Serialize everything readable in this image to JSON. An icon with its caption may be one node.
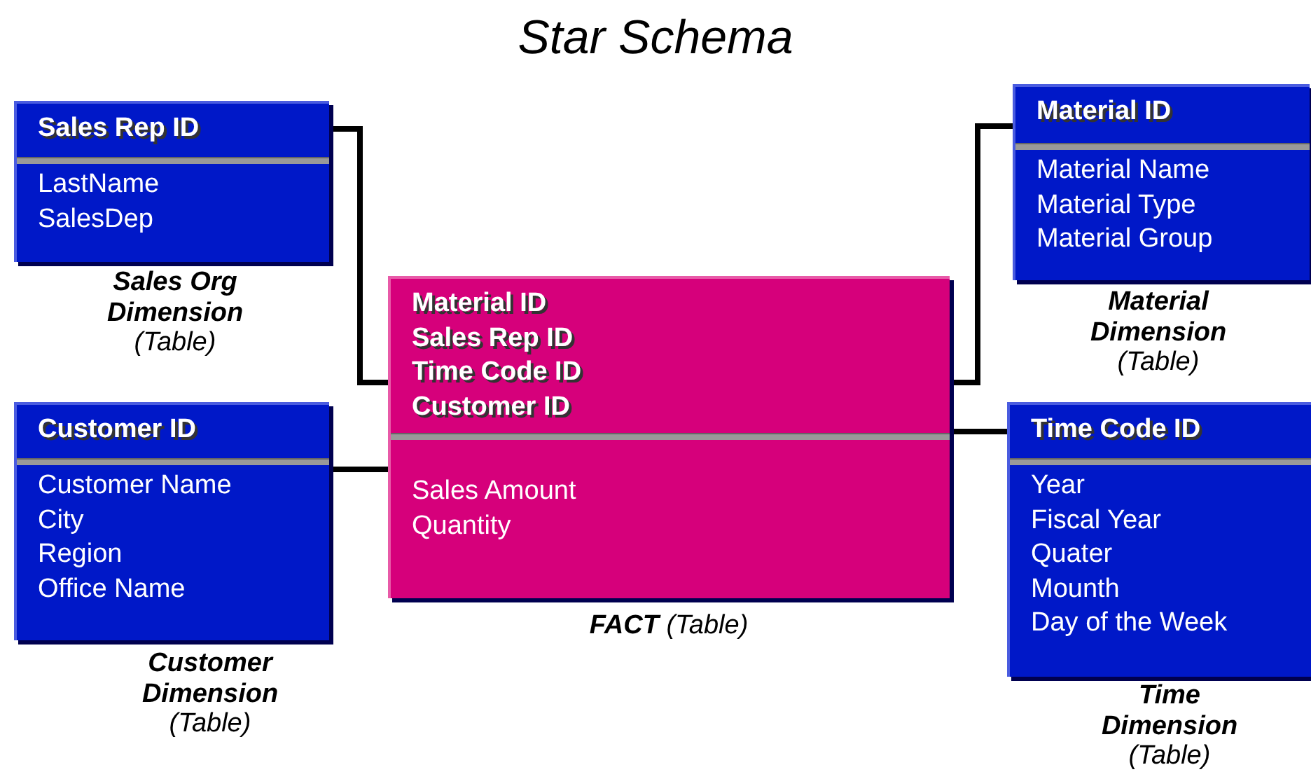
{
  "diagram": {
    "title": "Star Schema",
    "nodes": [
      {
        "text": [
          "Sales Rep ID",
          "LastName",
          "SalesDep"
        ],
        "beside": [
          "**Sales Org Dimension** (Table)"
        ]
      },
      {
        "text": [
          "Material ID",
          "Material Name",
          "Material Type",
          "Material Group"
        ],
        "beside": [
          "**Material Dimension** (Table)"
        ]
      },
      {
        "text": [
          "Material ID",
          "Sales Rep ID",
          "Time Code ID",
          "Customer ID",
          "Sales Amount",
          "Quantity"
        ],
        "beside": [
          "**FACT** (Table)"
        ]
      },
      {
        "text": [
          "Customer ID",
          "Customer Name",
          "City",
          "Region",
          "Office Name"
        ],
        "beside": [
          "**Customer Dimension** (Table)"
        ]
      },
      {
        "text": [
          "Time Code ID",
          "Year",
          "Fiscal Year",
          "Quater",
          "Mounth",
          "Day of the Week"
        ],
        "beside": [
          "**Time Dimension** (Table)"
        ]
      }
    ],
    "edges": [
      {
        "from": 0,
        "to": 2,
        "arrow": "none"
      },
      {
        "from": 1,
        "to": 2,
        "arrow": "none"
      },
      {
        "from": 3,
        "to": 2,
        "arrow": "none"
      },
      {
        "from": 4,
        "to": 2,
        "arrow": "none"
      }
    ]
  }
}
